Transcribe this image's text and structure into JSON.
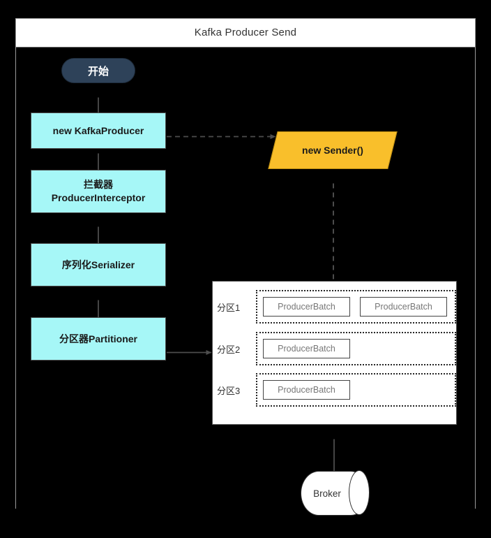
{
  "diagram": {
    "title": "Kafka Producer Send",
    "nodes": {
      "start": {
        "label": "开始"
      },
      "kafka_producer": {
        "label": "new KafkaProducer"
      },
      "sender": {
        "label": "new Sender()"
      },
      "interceptor": {
        "label_line1": "拦截器",
        "label_line2": "ProducerInterceptor"
      },
      "serializer": {
        "label": "序列化Serializer"
      },
      "partitioner": {
        "label": "分区器Partitioner"
      },
      "broker": {
        "label": "Broker"
      }
    },
    "buffer": {
      "partitions": [
        {
          "label": "分区1",
          "batches": [
            "ProducerBatch",
            "ProducerBatch"
          ]
        },
        {
          "label": "分区2",
          "batches": [
            "ProducerBatch"
          ]
        },
        {
          "label": "分区3",
          "batches": [
            "ProducerBatch"
          ]
        }
      ]
    },
    "colors": {
      "background": "#000000",
      "title_bar": "#ffffff",
      "start_node": "#2e4259",
      "process_node": "#a6f7f7",
      "sender_node": "#f9bf2b",
      "panel": "#ffffff",
      "edge": "#4d4d4d"
    },
    "edges": [
      {
        "from": "start",
        "to": "kafka_producer",
        "style": "solid"
      },
      {
        "from": "kafka_producer",
        "to": "sender",
        "style": "dashed"
      },
      {
        "from": "kafka_producer",
        "to": "interceptor",
        "style": "solid"
      },
      {
        "from": "interceptor",
        "to": "serializer",
        "style": "solid"
      },
      {
        "from": "serializer",
        "to": "partitioner",
        "style": "solid"
      },
      {
        "from": "partitioner",
        "to": "buffer",
        "style": "solid"
      },
      {
        "from": "sender",
        "to": "buffer",
        "style": "dashed"
      },
      {
        "from": "buffer",
        "to": "broker",
        "style": "solid"
      }
    ]
  }
}
